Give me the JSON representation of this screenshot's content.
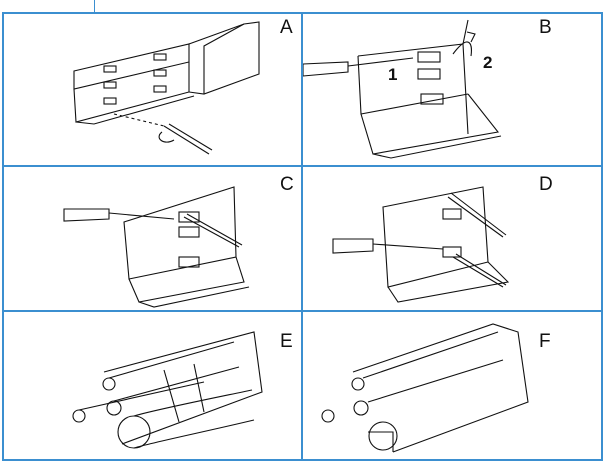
{
  "panels": [
    {
      "letter": "A"
    },
    {
      "letter": "B",
      "steps": [
        "1",
        "2"
      ]
    },
    {
      "letter": "C"
    },
    {
      "letter": "D"
    },
    {
      "letter": "E"
    },
    {
      "letter": "F"
    }
  ],
  "colors": {
    "grid": "#3b8fd0",
    "ink": "#111111"
  }
}
